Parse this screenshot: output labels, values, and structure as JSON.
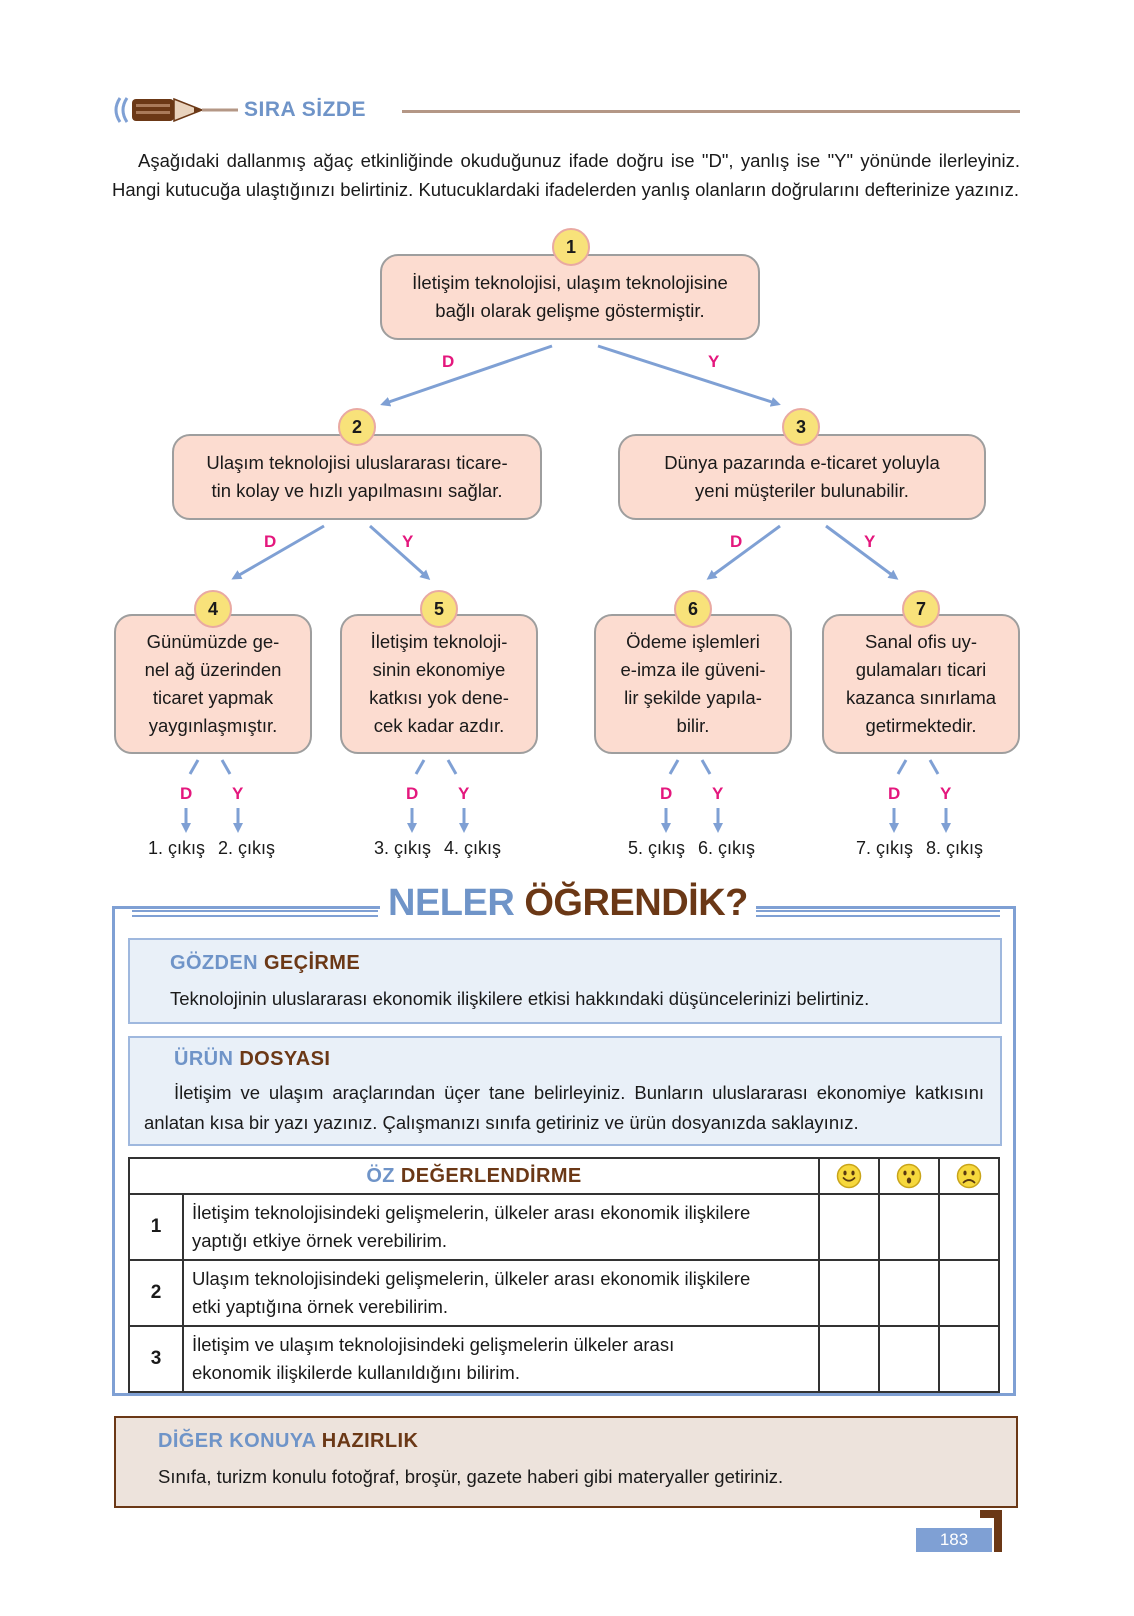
{
  "header": {
    "title": "SIRA SİZDE"
  },
  "intro": "Aşağıdaki dallanmış ağaç etkinliğinde okuduğunuz ifade doğru ise \"D\", yanlış ise \"Y\" yönünde ilerleyiniz. Hangi kutucuğa ulaştığınızı belirtiniz. Kutucuklardaki ifadelerden yanlış olanların doğrularını defterinize yazınız.",
  "tree": {
    "boxes": [
      {
        "num": "1",
        "lines": [
          "İletişim teknolojisi, ulaşım teknolojisine",
          "bağlı olarak gelişme göstermiştir."
        ]
      },
      {
        "num": "2",
        "lines": [
          "Ulaşım teknolojisi uluslararası ticare-",
          "tin kolay ve hızlı yapılmasını sağlar."
        ]
      },
      {
        "num": "3",
        "lines": [
          "Dünya pazarında e-ticaret yoluyla",
          "yeni müşteriler bulunabilir."
        ]
      },
      {
        "num": "4",
        "lines": [
          "Günümüzde ge-",
          "nel ağ üzerinden",
          "ticaret yapmak",
          "yaygınlaşmıştır."
        ]
      },
      {
        "num": "5",
        "lines": [
          "İletişim teknoloji-",
          "sinin ekonomiye",
          "katkısı yok dene-",
          "cek kadar azdır."
        ]
      },
      {
        "num": "6",
        "lines": [
          "Ödeme işlemleri",
          "e-imza ile güveni-",
          "lir şekilde yapıla-",
          "bilir."
        ]
      },
      {
        "num": "7",
        "lines": [
          "Sanal ofis uy-",
          "gulamaları ticari",
          "kazanca sınırlama",
          "getirmektedir."
        ]
      }
    ],
    "d_label": "D",
    "y_label": "Y",
    "exits": [
      "1. çıkış",
      "2. çıkış",
      "3. çıkış",
      "4. çıkış",
      "5. çıkış",
      "6. çıkış",
      "7. çıkış",
      "8. çıkış"
    ]
  },
  "neler": {
    "title_a": "NELER",
    "title_b": "ÖĞRENDİK?"
  },
  "gozden": {
    "title_a": "GÖZDEN",
    "title_b": "GEÇİRME",
    "text": "Teknolojinin uluslararası ekonomik ilişkilere etkisi hakkındaki düşüncelerinizi belirtiniz."
  },
  "urun": {
    "title_a": "ÜRÜN",
    "title_b": "DOSYASI",
    "text": "İletişim ve ulaşım araçlarından üçer tane belirleyiniz. Bunların uluslararası ekonomiye katkısını anlatan kısa bir yazı yazınız. Çalışmanızı sınıfa getiriniz ve ürün dosyanızda saklayınız."
  },
  "oz": {
    "title_a": "ÖZ",
    "title_b": "DEĞERLENDİRME",
    "icons": [
      "smiley-happy-icon",
      "smiley-surprised-icon",
      "smiley-sad-icon"
    ],
    "rows": [
      {
        "num": "1",
        "lines": [
          "İletişim teknolojisindeki gelişmelerin, ülkeler arası ekonomik ilişkilere",
          "yaptığı etkiye örnek verebilirim."
        ]
      },
      {
        "num": "2",
        "lines": [
          "Ulaşım teknolojisindeki gelişmelerin, ülkeler arası ekonomik ilişkilere",
          "etki yaptığına örnek verebilirim."
        ]
      },
      {
        "num": "3",
        "lines": [
          "İletişim ve ulaşım teknolojisindeki gelişmelerin ülkeler arası",
          "ekonomik ilişkilerde kullanıldığını bilirim."
        ]
      }
    ]
  },
  "diger": {
    "title_a": "DİĞER KONUYA",
    "title_b": "HAZIRLIK",
    "text": "Sınıfa, turizm konulu fotoğraf, broşür, gazete haberi gibi materyaller getiriniz."
  },
  "page_number": "183",
  "colors": {
    "accent_blue": "#6f94c8",
    "brown": "#6b3816",
    "magenta": "#e4177d",
    "box_fill": "#fcdcd0"
  }
}
